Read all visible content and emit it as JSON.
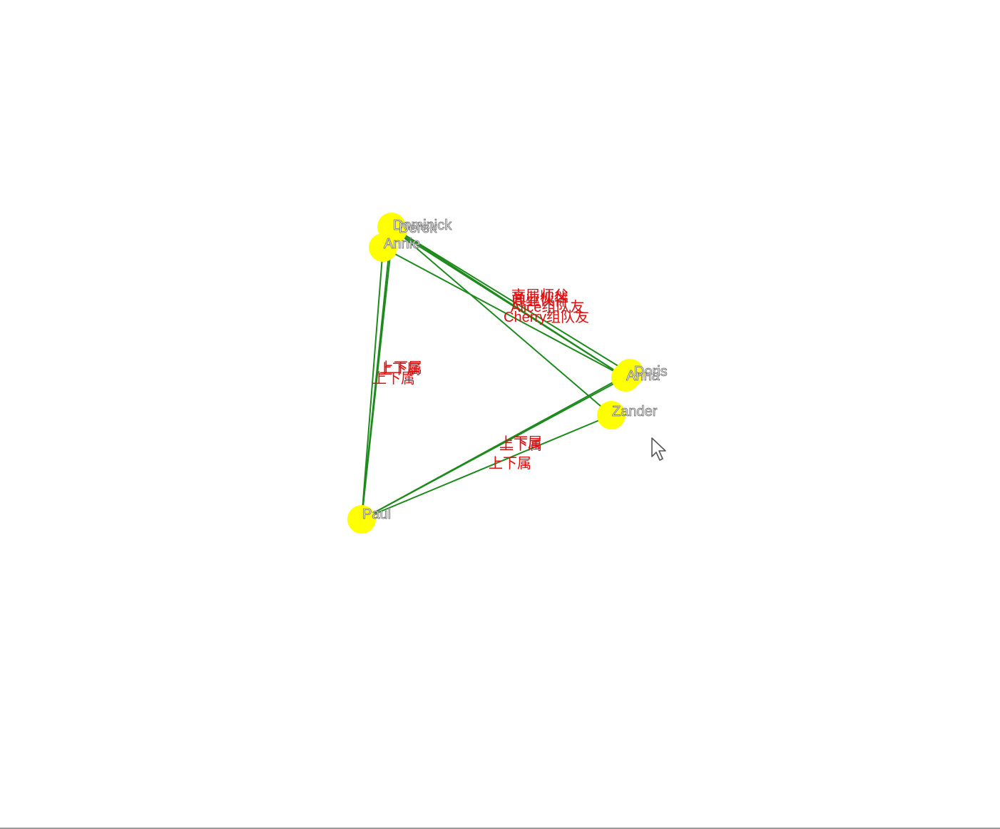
{
  "graph": {
    "colors": {
      "node_fill": "#ffff00",
      "edge_stroke": "#1e8a1e",
      "edge_label": "#e01010",
      "node_label_fill": "#ffffff",
      "node_label_stroke": "#6a6a6a"
    },
    "nodes": [
      {
        "id": "dominick",
        "label": "Dominick"
      },
      {
        "id": "derek",
        "label": "Derek"
      },
      {
        "id": "annie",
        "label": "Annie"
      },
      {
        "id": "doris",
        "label": "Doris"
      },
      {
        "id": "anna",
        "label": "Anna"
      },
      {
        "id": "zander",
        "label": "Zander"
      },
      {
        "id": "paul",
        "label": "Paul"
      }
    ],
    "edges": [
      {
        "source": "dominick",
        "target": "doris",
        "label": "商业伙伴"
      },
      {
        "source": "derek",
        "target": "anna",
        "label": "商业伙伴"
      },
      {
        "source": "dominick",
        "target": "anna",
        "label": "高层师父"
      },
      {
        "source": "annie",
        "target": "anna",
        "label": "Alice组队友"
      },
      {
        "source": "dominick",
        "target": "zander",
        "label": "Cherry组队友"
      },
      {
        "source": "annie",
        "target": "paul",
        "label": "上下属"
      },
      {
        "source": "dominick",
        "target": "paul",
        "label": "上下属"
      },
      {
        "source": "derek",
        "target": "paul",
        "label": "上下属"
      },
      {
        "source": "paul",
        "target": "anna",
        "label": "上下属"
      },
      {
        "source": "paul",
        "target": "doris",
        "label": "上下属"
      },
      {
        "source": "paul",
        "target": "zander",
        "label": "上下属"
      }
    ]
  },
  "cursor": {
    "icon": "mouse-pointer-icon"
  }
}
